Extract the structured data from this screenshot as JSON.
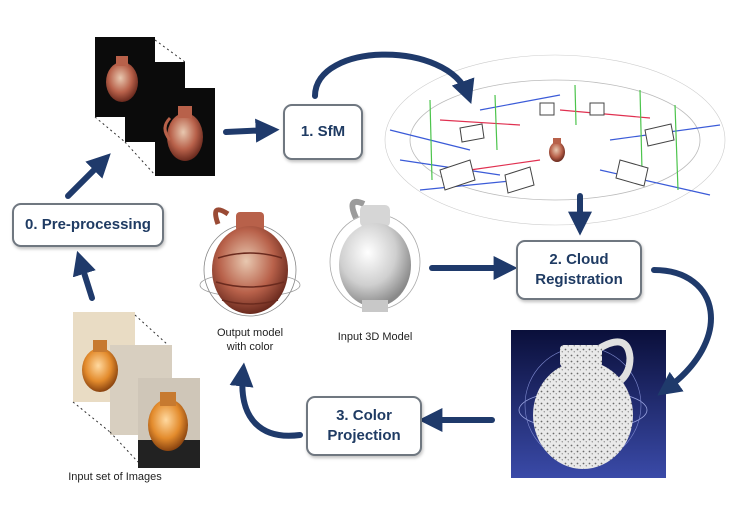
{
  "steps": {
    "preprocessing": "0. Pre-processing",
    "sfm": "1. SfM",
    "cloud_registration": "2. Cloud\nRegistration",
    "color_projection": "3. Color\nProjection"
  },
  "captions": {
    "input_images": "Input  set of Images",
    "output_model": "Output model\nwith color",
    "input_model": "Input 3D Model"
  },
  "colors": {
    "arrow": "#1f3a6b",
    "step_text": "#1f3b63",
    "step_border": "#6f7780"
  }
}
